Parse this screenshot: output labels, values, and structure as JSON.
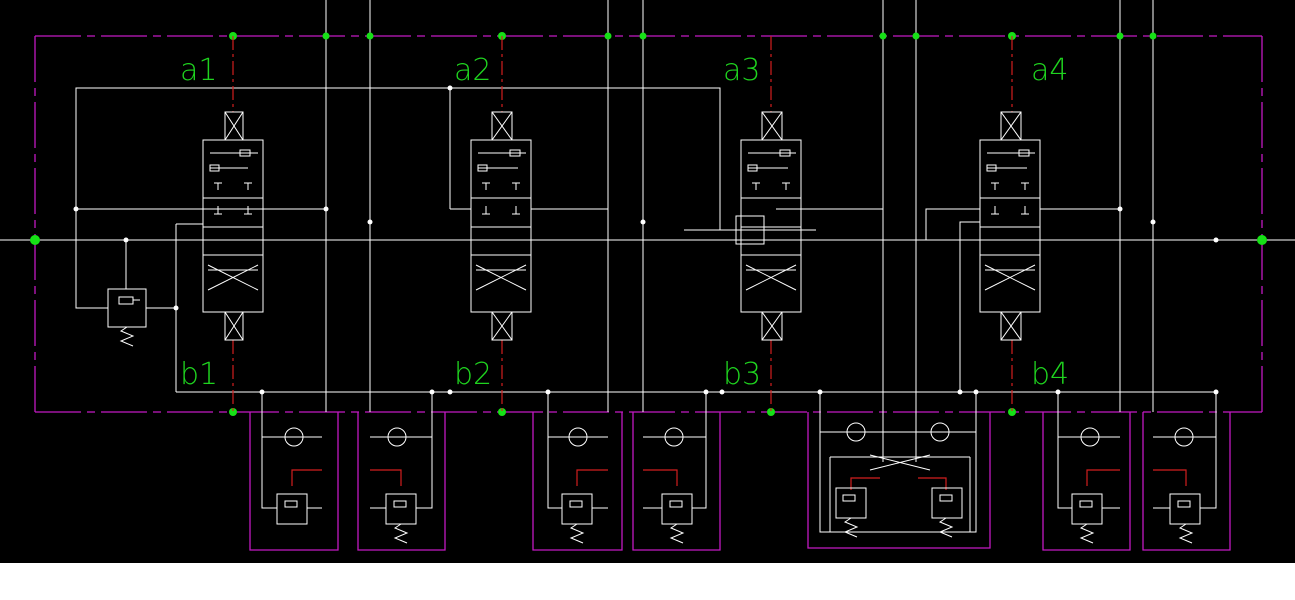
{
  "diagram": {
    "title": "",
    "colors": {
      "background": "#000000",
      "lines": "#ffffff",
      "boundary": "#c21ac2",
      "pilot_lines": "#d21f1f",
      "ports_and_labels": "#16e016"
    },
    "sections": [
      {
        "top_port": "a1",
        "bottom_port": "b1"
      },
      {
        "top_port": "a2",
        "bottom_port": "b2"
      },
      {
        "top_port": "a3",
        "bottom_port": "b3"
      },
      {
        "top_port": "a4",
        "bottom_port": "b4"
      }
    ]
  }
}
